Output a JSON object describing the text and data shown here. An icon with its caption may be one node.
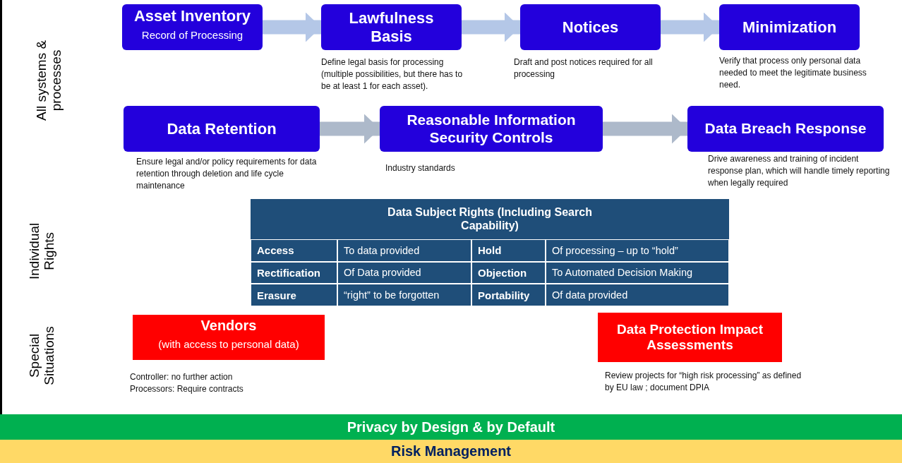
{
  "diagram": {
    "nodes": [
      {
        "text": [
          "Asset Inventory",
          "Record of Processing"
        ]
      },
      {
        "text": [
          "Lawfulness Basis"
        ],
        "beside": [
          "Define legal basis for processing (multiple possibilities, but there has to be at least 1 for each asset)."
        ]
      },
      {
        "text": [
          "Notices"
        ],
        "beside": [
          "Draft and post notices required for all processing"
        ]
      },
      {
        "text": [
          "Minimization"
        ],
        "beside": [
          "Verify that process only personal data needed to meet the legitimate business need."
        ]
      },
      {
        "text": [
          "Data Retention"
        ],
        "beside": [
          "Ensure legal and/or policy requirements for data retention through deletion and life cycle maintenance"
        ]
      },
      {
        "text": [
          "Reasonable Information Security Controls"
        ],
        "beside": [
          "Industry standards"
        ]
      },
      {
        "text": [
          "Data Breach Response"
        ],
        "beside": [
          "Drive awareness and training of incident response plan, which will handle timely reporting when legally required"
        ]
      },
      {
        "text": [
          "Data Subject Rights (Including Search Capability)"
        ]
      },
      {
        "text": [
          "Vendors",
          "(with access to personal data)"
        ],
        "beside": [
          "Controller: no further action",
          "Processors: Require contracts"
        ]
      },
      {
        "text": [
          "Data Protection Impact Assessments"
        ],
        "beside": [
          "Review projects for “high risk processing” as defined by EU law ; document DPIA"
        ]
      },
      {
        "text": [
          "Privacy by Design & by Default"
        ]
      },
      {
        "text": [
          "Risk Management"
        ]
      }
    ],
    "edges": [
      {
        "from": 0,
        "to": 1,
        "arrow": "to"
      },
      {
        "from": 1,
        "to": 2,
        "arrow": "to"
      },
      {
        "from": 2,
        "to": 3,
        "arrow": "to"
      },
      {
        "from": 4,
        "to": 5,
        "arrow": "to",
        "color": "#adb9ca"
      },
      {
        "from": 5,
        "to": 6,
        "arrow": "to",
        "color": "#adb9ca"
      }
    ],
    "labels": [
      "All systems & processes",
      "Individual Rights",
      "Access",
      "To data provided",
      "Hold",
      "Of processing – up to “hold”",
      "Rectification",
      "Of Data provided",
      "Objection",
      "To Automated Decision Making",
      "Erasure",
      "“right” to be forgotten",
      "Portability",
      "Of data provided",
      "Special Situations"
    ]
  }
}
